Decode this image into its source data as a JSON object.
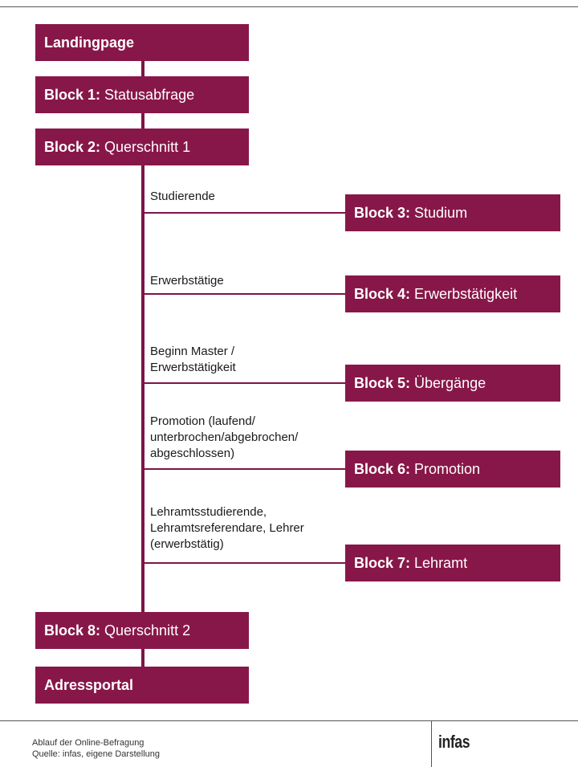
{
  "colors": {
    "box": "#881749",
    "connector": "#7e1447",
    "box_text": "#ffffff"
  },
  "main_flow": [
    {
      "bold": "Landingpage",
      "text": ""
    },
    {
      "bold": "Block 1:",
      "text": " Statusabfrage"
    },
    {
      "bold": "Block 2:",
      "text": " Querschnitt 1"
    },
    {
      "bold": "Block 8:",
      "text": " Querschnitt 2"
    },
    {
      "bold": "Adressportal",
      "text": ""
    }
  ],
  "branches": [
    {
      "condition": "Studierende",
      "bold": "Block 3:",
      "text": " Studium"
    },
    {
      "condition": "Erwerbstätige",
      "bold": "Block 4:",
      "text": " Erwerbstätigkeit"
    },
    {
      "condition": "Beginn Master /\nErwerbstätigkeit",
      "bold": "Block 5:",
      "text": " Übergänge"
    },
    {
      "condition": "Promotion (laufend/\nunterbrochen/abgebrochen/\nabgeschlossen)",
      "bold": "Block 6:",
      "text": " Promotion"
    },
    {
      "condition": "Lehramtsstudierende,\nLehramtsreferendare, Lehrer\n(erwerbstätig)",
      "bold": "Block 7:",
      "text": " Lehramt"
    }
  ],
  "caption": {
    "line1": "Ablauf der Online-Befragung",
    "line2": "Quelle: infas, eigene Darstellung"
  },
  "logo": "infas"
}
